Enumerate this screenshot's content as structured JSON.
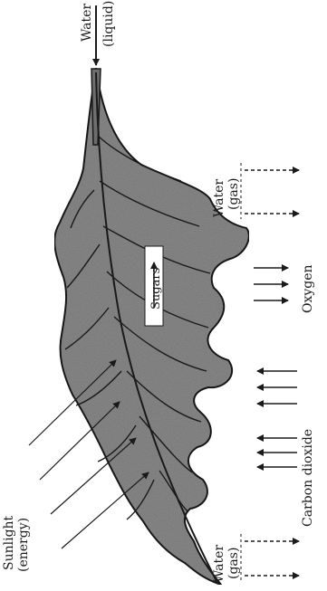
{
  "labels": {
    "water_in_line1": "Water",
    "water_in_line2": "(liquid)",
    "water_out_top_line1": "Water",
    "water_out_top_line2": "(gas)",
    "oxygen": "Oxygen",
    "sugars": "Sugars",
    "carbon_dioxide": "Carbon dioxide",
    "sunlight_line1": "Sunlight",
    "sunlight_line2": "(energy)",
    "water_out_bottom_line1": "Water",
    "water_out_bottom_line2": "(gas)"
  },
  "colors": {
    "leaf_fill": "#8c8c8c",
    "leaf_stroke": "#1a1a1a",
    "vein": "#1a1a1a",
    "arrow": "#1a1a1a",
    "sugars_box": "#ffffff"
  }
}
